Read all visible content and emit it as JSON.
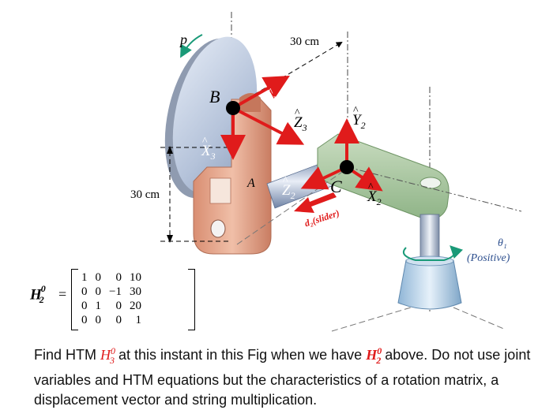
{
  "figure": {
    "dim_top": "30 cm",
    "dim_left": "30 cm",
    "label_p": "p",
    "point_B": "B",
    "point_A": "A",
    "point_C": "C",
    "y3": "Y",
    "y3_sub": "3",
    "z3": "Z",
    "z3_sub": "3",
    "x3": "X",
    "x3_sub": "3",
    "y2": "Y",
    "y2_sub": "2",
    "z2": "Z",
    "z2_sub": "2",
    "x2": "X",
    "x2_sub": "2",
    "slider": "d₂(slider)",
    "theta": "θ₁",
    "theta_note": "(Positive)"
  },
  "matrix": {
    "label": "H",
    "label_sup": "0",
    "label_sub": "2",
    "equals": "=",
    "rows": [
      [
        "1",
        "0",
        "0",
        "10"
      ],
      [
        "0",
        "0",
        "−1",
        "30"
      ],
      [
        "0",
        "1",
        "0",
        "20"
      ],
      [
        "0",
        "0",
        "0",
        "1"
      ]
    ]
  },
  "question": {
    "part1": "Find HTM ",
    "h3": "H",
    "h3_sup": "0",
    "h3_sub": "3",
    "part2": " at this instant in this Fig when we have ",
    "h2": "H",
    "h2_sup": "0",
    "h2_sub": "2",
    "part3": " above. Do not use joint variables and HTM equations but the characteristics of a rotation matrix, a displacement vector and string multiplication."
  }
}
